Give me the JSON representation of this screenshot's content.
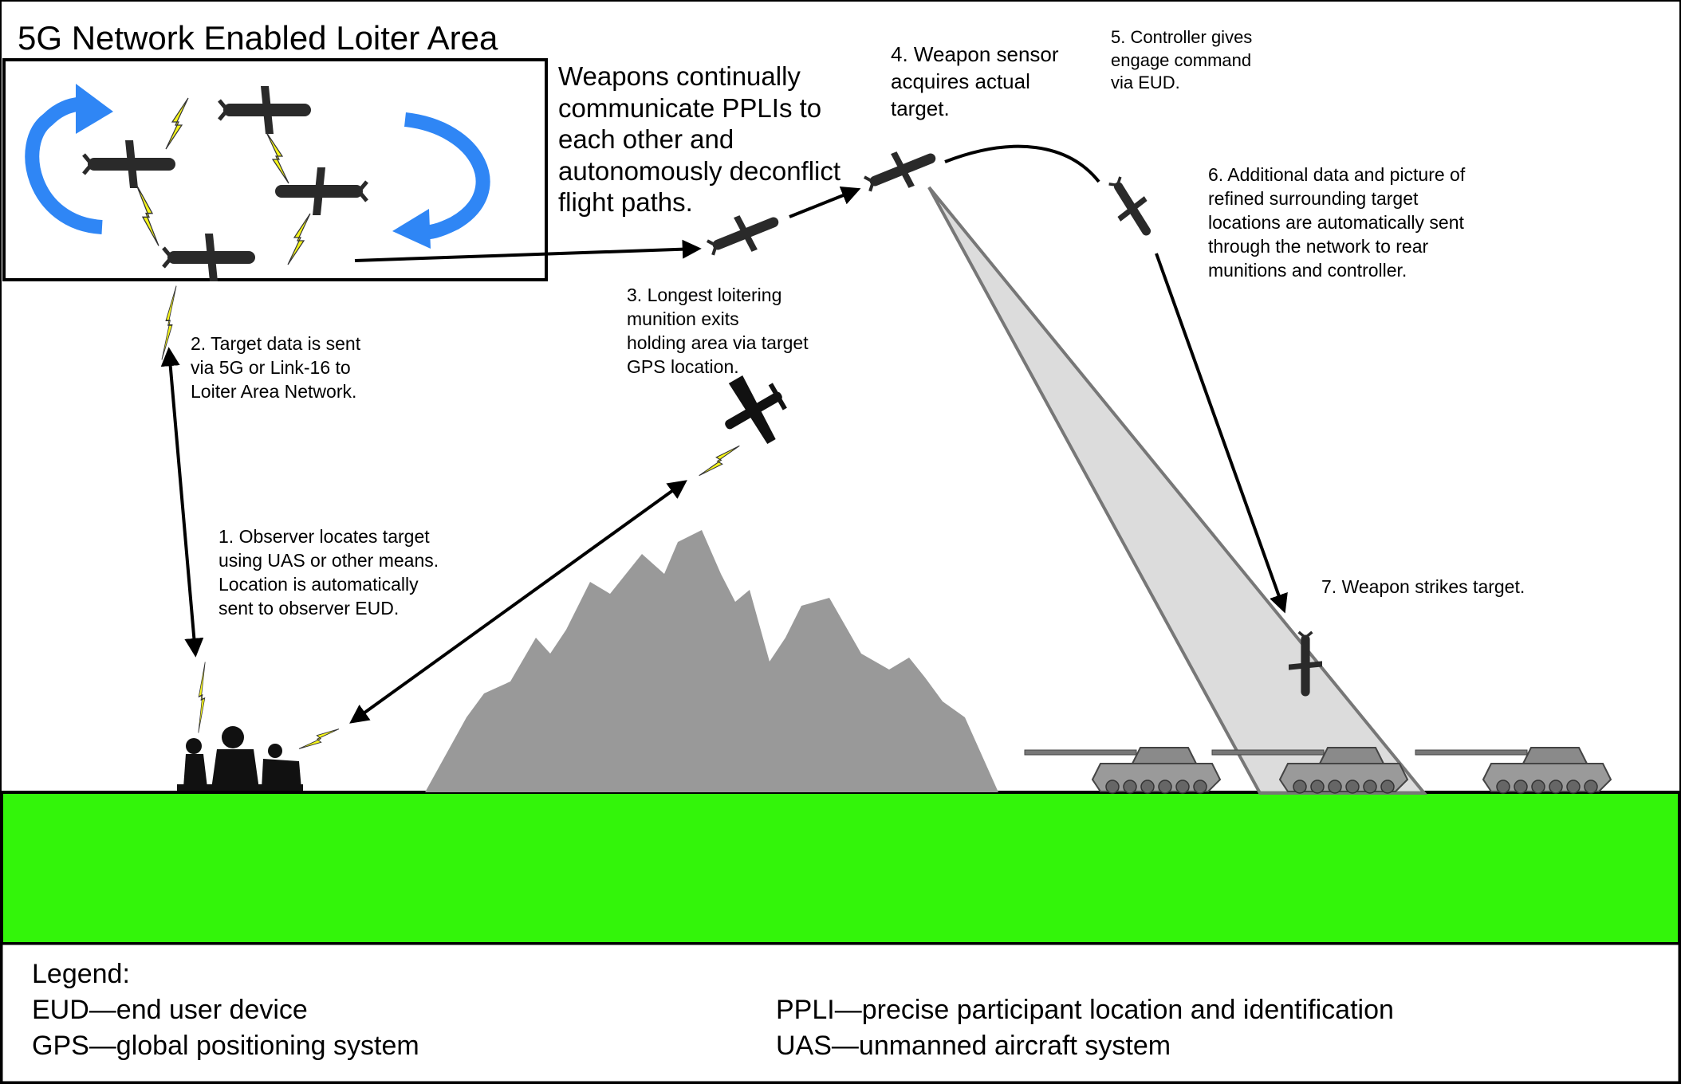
{
  "title": "5G Network Enabled Loiter Area",
  "loiter_description": "Weapons continually\ncommunicate PPLIs to\neach other and\nautonomously deconflict\nflight paths.",
  "steps": [
    {
      "id": 1,
      "text": "1. Observer locates target\nusing UAS or other means.\nLocation is automatically\nsent to observer EUD."
    },
    {
      "id": 2,
      "text": "2. Target data is sent\nvia 5G or Link-16 to\nLoiter Area Network."
    },
    {
      "id": 3,
      "text": "3. Longest loitering\nmunition exits\nholding area via target\nGPS location."
    },
    {
      "id": 4,
      "text": "4. Weapon sensor\nacquires actual\ntarget."
    },
    {
      "id": 5,
      "text": "5. Controller gives\nengage command\nvia EUD."
    },
    {
      "id": 6,
      "text": "6. Additional data and picture of\nrefined surrounding target\nlocations are automatically sent\nthrough the network to rear\nmunitions and controller."
    },
    {
      "id": 7,
      "text": "7. Weapon strikes target."
    }
  ],
  "legend": {
    "heading": "Legend:",
    "entries": [
      "EUD—end user device",
      "GPS—global positioning system",
      "PPLI—precise participant location and identification",
      "UAS—unmanned aircraft system"
    ]
  },
  "icons": [
    "loitering-munition-icon",
    "lightning-bolt-icon",
    "circular-arrow-icon",
    "uas-drone-icon",
    "observer-team-icon",
    "mountain-icon",
    "tank-icon",
    "sensor-beam-icon"
  ],
  "colors": {
    "ground": "#33f50a",
    "circular_arrow": "#2f86f5",
    "lightning": "#f5f51a",
    "mountain": "#999999",
    "sensor_beam": "#d6d6d6",
    "munition": "#2a2a2a"
  }
}
